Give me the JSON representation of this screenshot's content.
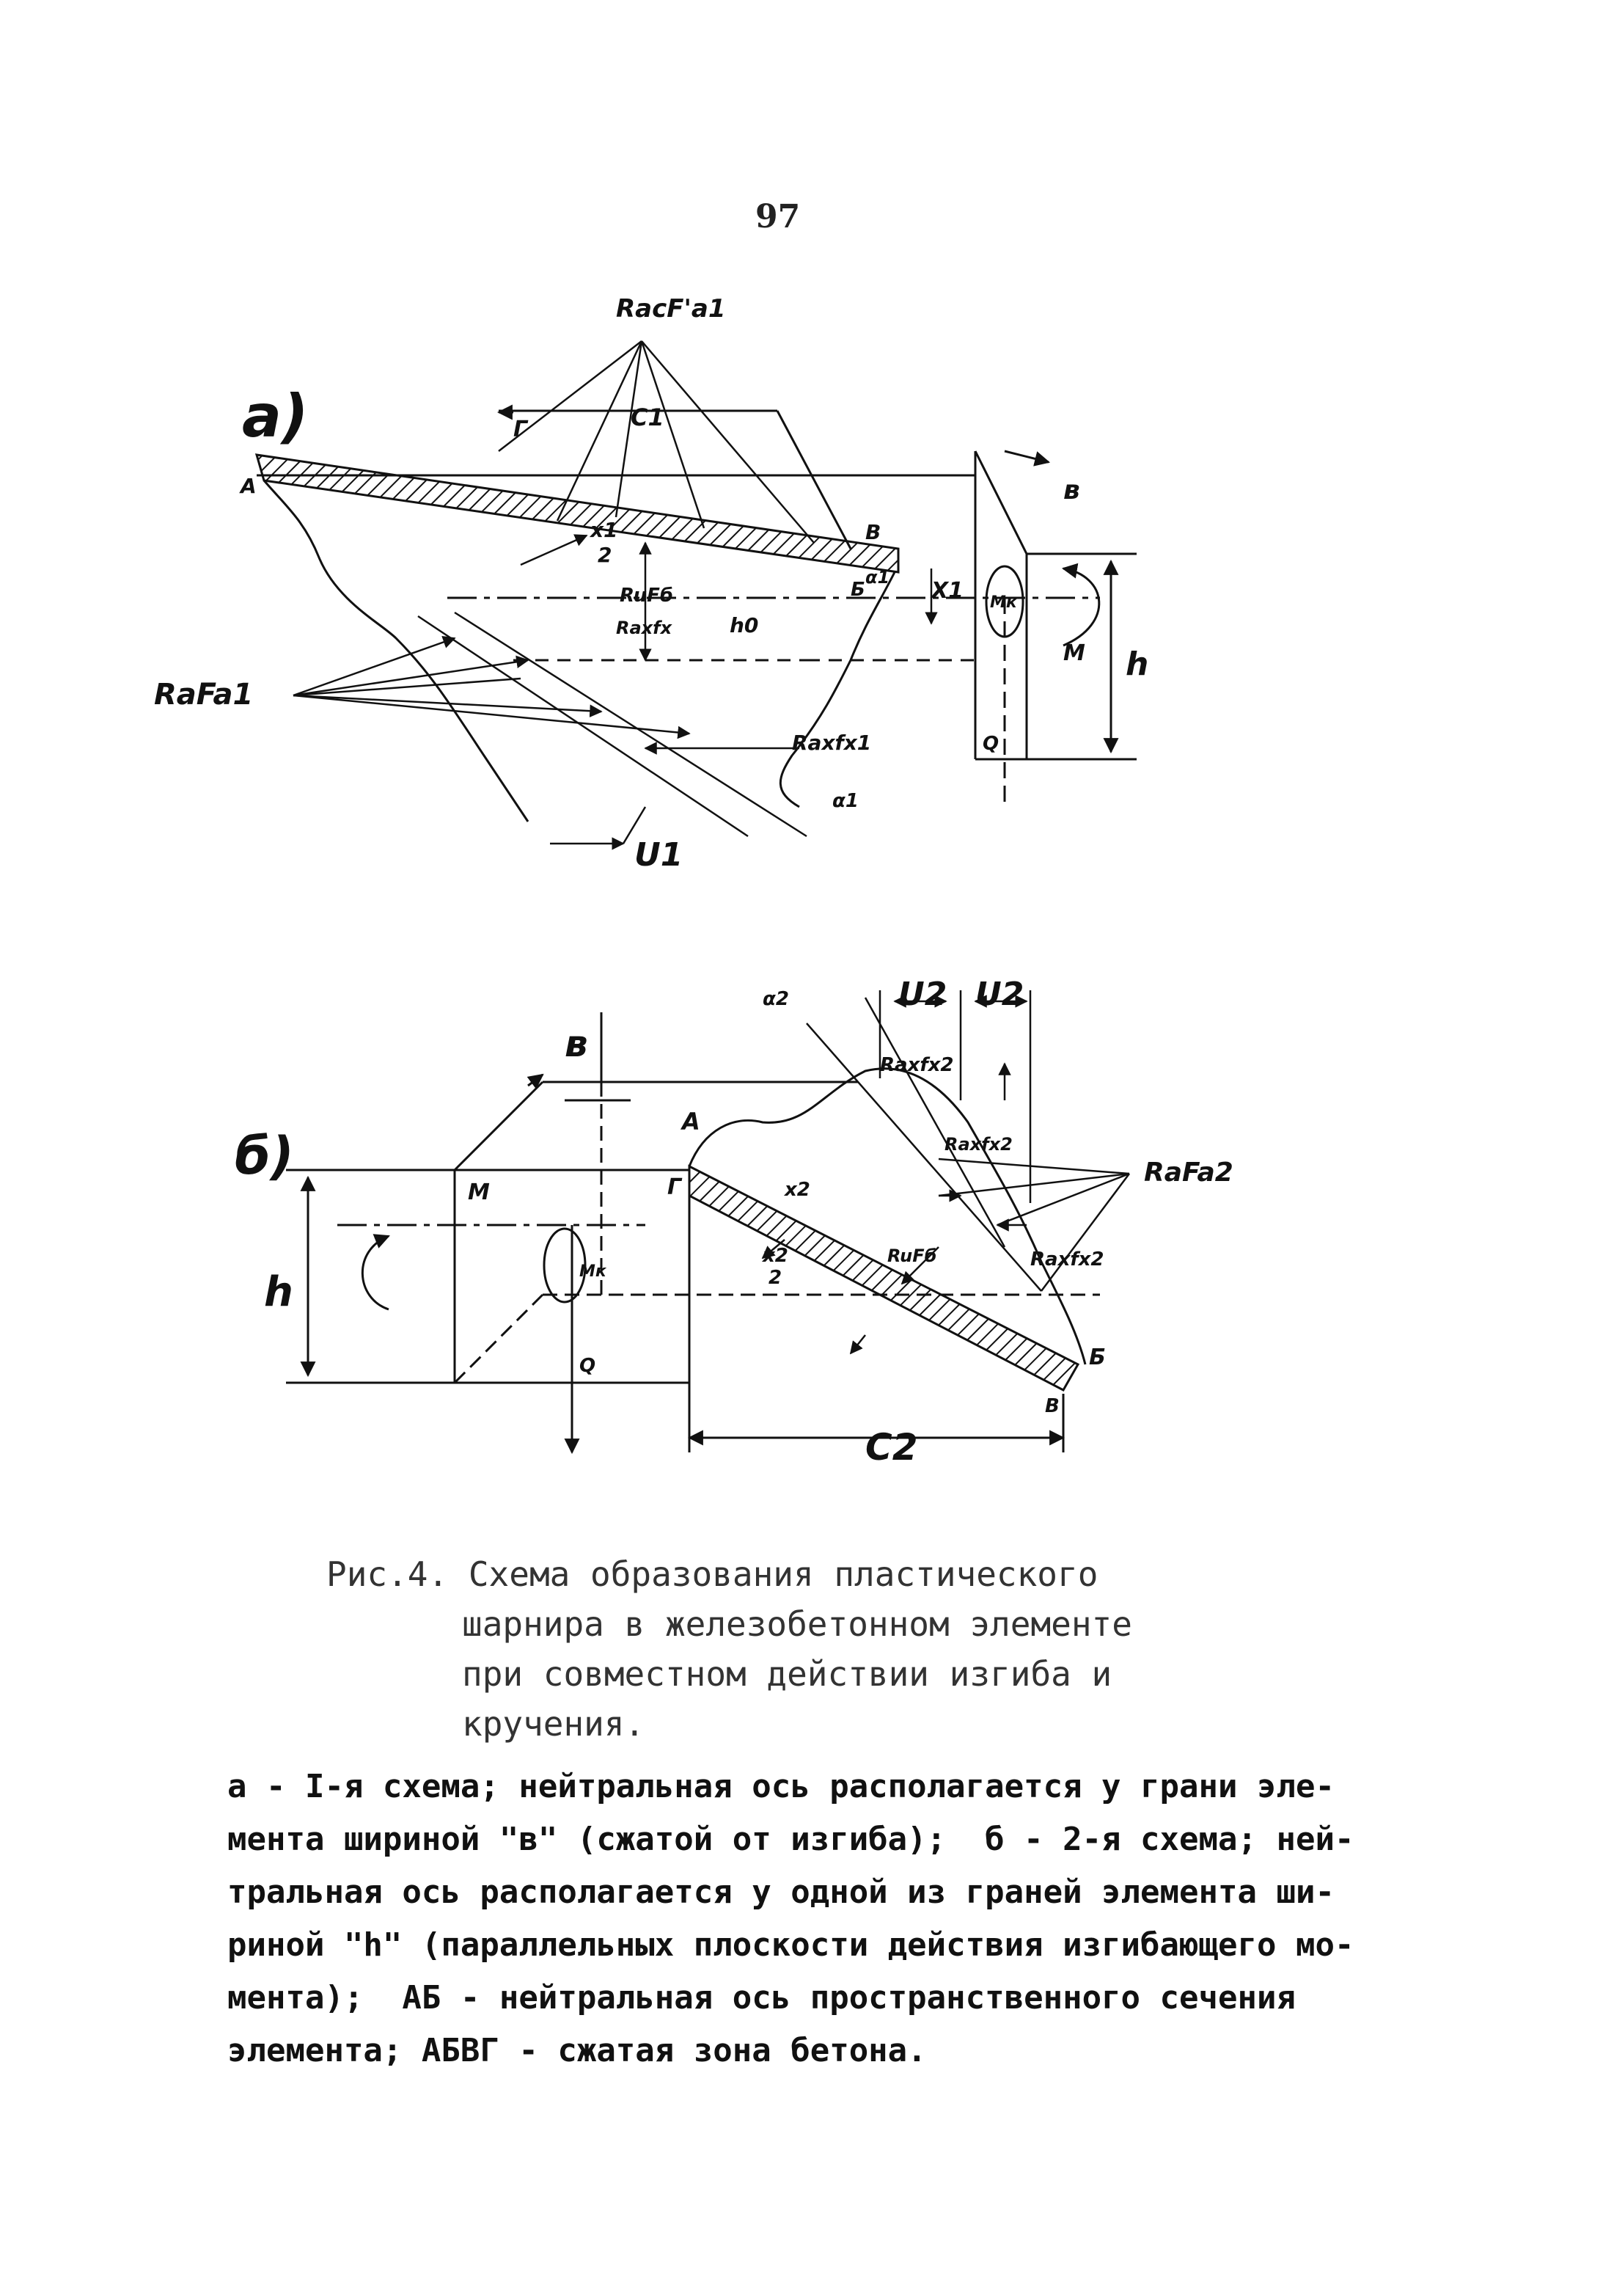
{
  "page_number": "97",
  "figure_a": {
    "panel_label": "а)",
    "labels": {
      "racfa1": "RacF'a1",
      "c1": "C1",
      "g": "Г",
      "a": "А",
      "b_thickness": "в",
      "x1_over_2_num": "x1",
      "x1_over_2_den": "2",
      "rufb": "RuFб",
      "raxfx": "Raxfx",
      "h0": "h0",
      "v": "В",
      "b_corner": "Б",
      "alpha1": "α1",
      "x1": "X1",
      "mk": "Mк",
      "m": "M",
      "h": "h",
      "rafa1": "RaFa1",
      "raxfx1": "Raxfx1",
      "q": "Q",
      "u1": "U1",
      "alpha1_bottom": "α1"
    }
  },
  "figure_b": {
    "panel_label": "б)",
    "labels": {
      "alpha2": "α2",
      "u2_left": "U2",
      "u2_right": "U2",
      "raxfx2_top": "Raxfx2",
      "b_width": "в",
      "a": "А",
      "raxfx2_mid": "Raxfx2",
      "rafa2": "RaFa2",
      "m": "M",
      "g": "Г",
      "x2": "x2",
      "mk": "Mк",
      "x2_over_2_num": "x2",
      "x2_over_2_den": "2",
      "rufb": "RuFб",
      "raxfx2_low": "Raxfx2",
      "h": "h",
      "q": "Q",
      "b_corner": "Б",
      "v": "В",
      "c2": "C2"
    }
  },
  "caption_lines": [
    "Рис.4. Схема образования пластического",
    "шарнира в железобетонном элементе",
    "при совместном действии изгиба и",
    "кручения."
  ],
  "legend_lines": [
    "а - I-я схема; нейтральная ось располагается у грани эле-",
    "мента шириной \"в\" (сжатой от изгиба);  б - 2-я схема; ней-",
    "тральная ось располагается у одной из граней элемента ши-",
    "риной \"h\" (параллельных плоскости действия изгибающего мо-",
    "мента);  АБ - нейтральная ось пространственного сечения",
    "элемента; АБВГ - сжатая зона бетона."
  ],
  "colors": {
    "ink": "#111111",
    "caption": "#333333",
    "paper": "#ffffff"
  }
}
